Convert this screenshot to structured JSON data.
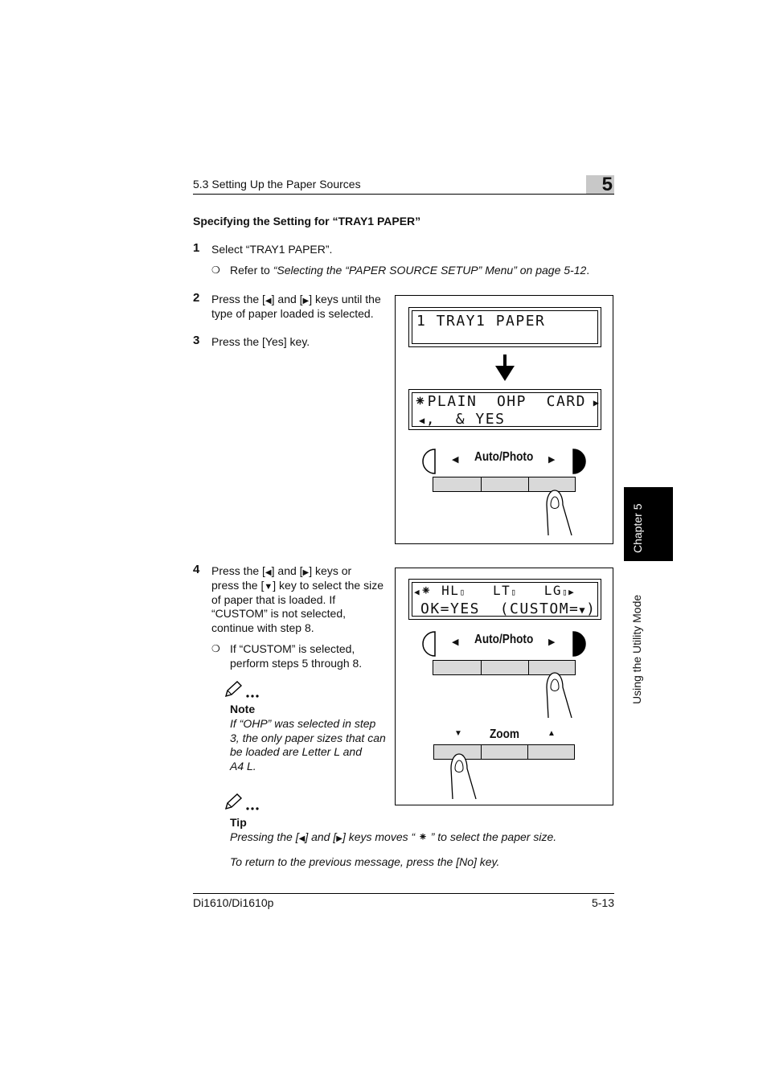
{
  "header": {
    "section": "5.3 Setting Up the Paper Sources",
    "chapter_number": "5"
  },
  "subheading": "Specifying the Setting for “TRAY1 PAPER”",
  "steps": {
    "s1": {
      "num": "1",
      "text": "Select “TRAY1 PAPER”.",
      "ref_prefix": "Refer to ",
      "ref_italic": "“Selecting the “PAPER SOURCE SETUP” Menu” on page 5-12",
      "ref_suffix": "."
    },
    "s2": {
      "num": "2",
      "line1_a": "Press the [",
      "line1_b": "] and [",
      "line1_c": "] keys until the",
      "line2": "type of paper loaded is selected."
    },
    "s3": {
      "num": "3",
      "text": "Press the [Yes] key."
    },
    "s4": {
      "num": "4",
      "line1_a": "Press the [",
      "line1_b": "] and [",
      "line1_c": "] keys or",
      "line2_a": "press the [",
      "line2_b": "] key to select the size",
      "line3": "of paper that is loaded. If",
      "line4": "“CUSTOM” is not selected,",
      "line5": "continue with step 8.",
      "sub1": "If “CUSTOM” is selected,",
      "sub2": "perform steps 5 through 8."
    }
  },
  "note": {
    "label": "Note",
    "lines": [
      "If “OHP” was selected in step",
      "3, the only paper sizes that can",
      "be loaded are Letter L and",
      "A4 L."
    ]
  },
  "tip": {
    "label": "Tip",
    "line1_a": "Pressing the [",
    "line1_b": "] and [",
    "line1_c": "] keys moves “",
    "line1_d": "” to select the paper size.",
    "line2": "To return to the previous message, press the [No] key."
  },
  "figure1": {
    "lcd_top": "1 TRAY1 PAPER",
    "lcd_mid_line1": "PLAIN  OHP  CARD",
    "lcd_mid_line2": ",  & YES",
    "panel_label": "Auto/Photo"
  },
  "figure2": {
    "lcd_line1_a": "HL",
    "lcd_line1_b": "LT",
    "lcd_line1_c": "LG",
    "lcd_line2": "OK=YES  (CUSTOM=",
    "lcd_line2_end": ")",
    "panel_label": "Auto/Photo",
    "zoom_label": "Zoom"
  },
  "sidebar": {
    "chapter_tab": "Chapter 5",
    "mode_label": "Using the Utility Mode"
  },
  "footer": {
    "model": "Di1610/Di1610p",
    "page": "5-13"
  }
}
